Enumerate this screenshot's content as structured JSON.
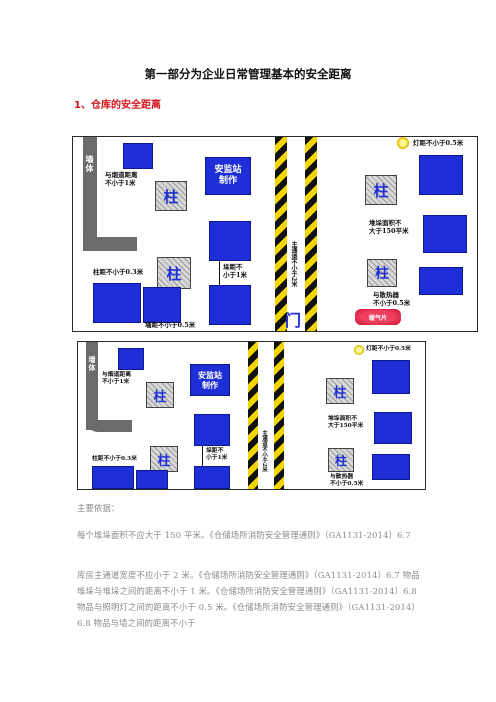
{
  "title": "第一部分为企业日常管理基本的安全距离",
  "section_heading": "1、仓库的安全距离",
  "diagram1": {
    "wall_label": "墙体",
    "station_label": "安监站\n制作",
    "column_label": "柱",
    "labels": {
      "chimney": "与烟道距离\n不小于1米",
      "lamp": "灯距不小于0.5米",
      "pillar": "柱距不小于0.3米",
      "stack": "垛距不\n小于1米",
      "wall": "墙距不小于0.5米",
      "aisle": "主通道不小于2米",
      "area": "堆垛面积不\n大于150平米",
      "heater": "与散热器\n不小于0.5米",
      "radiator": "暖气片",
      "door": "门"
    }
  },
  "diagram2": {
    "wall_label": "墙体",
    "station_label": "安监站\n制作",
    "column_label": "柱",
    "labels": {
      "chimney": "与烟道距离\n不小于1米",
      "lamp": "灯距不小于0.5米",
      "pillar": "柱距不小于0.3米",
      "stack": "垛距不\n小于1米",
      "aisle": "主通道不小于2米",
      "area": "堆垛面积不\n大于150平米",
      "heater": "与散热器\n不小于0.5米"
    }
  },
  "basis_heading": "主要依据：",
  "paragraph1": "每个堆垛面积不应大于 150 平米。《仓储场所消防安全管理通则》（GA1131-2014）6.7",
  "paragraph2": "库房主通道宽度不应小于 2 米。《仓储场所消防安全管理通则》（GA1131-2014）6.7 物品堆垛与堆垛之间的距离不小于 1 米。《仓储场所消防安全管理通则》（GA1131-2014）6.8 物品与照明灯之间的距离不小于 0.5 米。《仓储场所消防安全管理通则》（GA1131-2014）6.8 物品与墙之间的距离不小于"
}
